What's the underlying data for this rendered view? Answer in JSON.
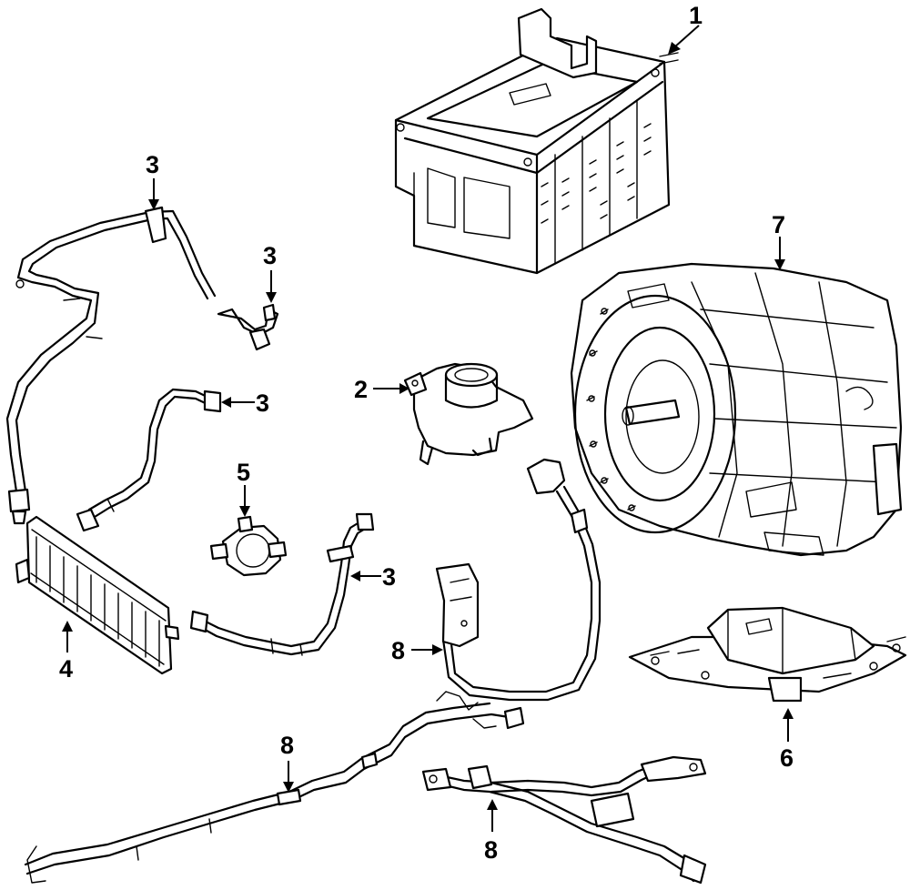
{
  "callouts": {
    "c1": "1",
    "c2": "2",
    "c3a": "3",
    "c3b": "3",
    "c3c": "3",
    "c3d": "3",
    "c4": "4",
    "c5": "5",
    "c6": "6",
    "c7": "7",
    "c8a": "8",
    "c8b": "8",
    "c8c": "8"
  },
  "colors": {
    "line": "#000000",
    "background": "#ffffff"
  }
}
